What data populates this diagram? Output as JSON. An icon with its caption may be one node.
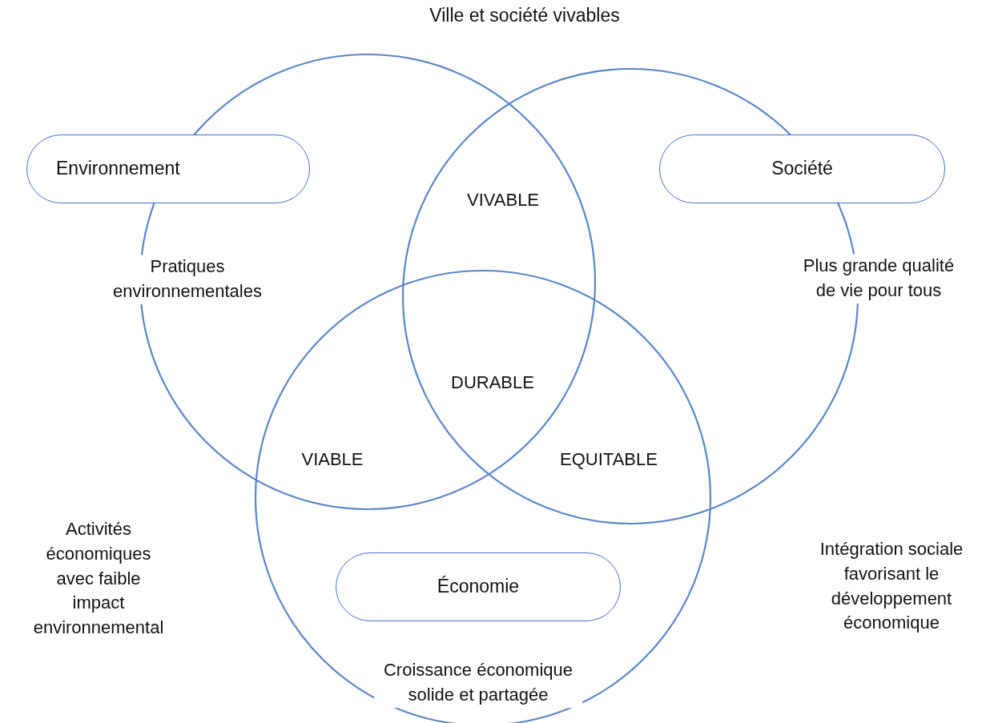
{
  "diagram": {
    "title": "Ville et société vivables",
    "nodes": [
      {
        "text": [],
        "shape": "circle"
      },
      {
        "text": [],
        "shape": "circle"
      },
      {
        "text": [],
        "shape": "circle"
      },
      {
        "text": [
          "Environnement"
        ]
      },
      {
        "text": [
          "Société"
        ]
      },
      {
        "text": [
          "Économie"
        ],
        "in": 2
      }
    ],
    "edges": [],
    "labels": [
      "VIVABLE",
      "Pratiques environnementales",
      "Plus grande qualité de vie pour tous",
      "DURABLE",
      "VIABLE",
      "EQUITABLE",
      "Activités économiques avec faible impact environnemental",
      "Intégration sociale favorisant le développement économique",
      "Croissance économique solide et partagée"
    ]
  }
}
